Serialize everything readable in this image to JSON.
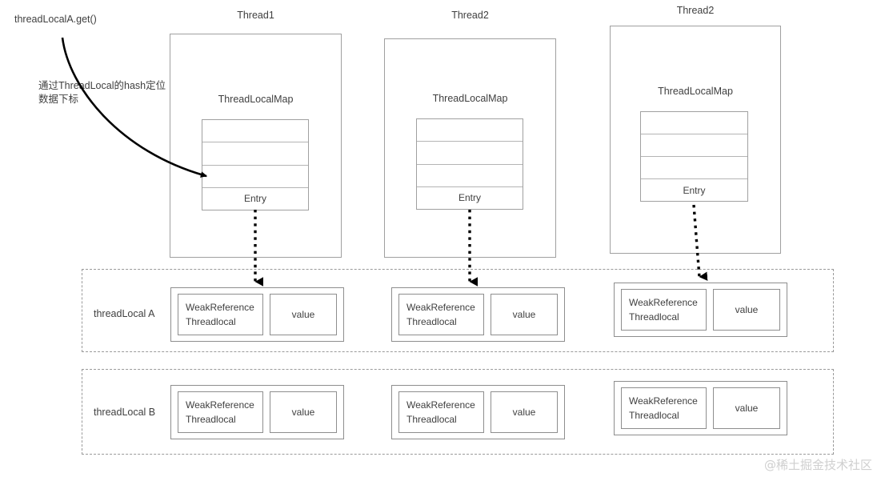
{
  "annotations": {
    "call_label": "threadLocalA.get()",
    "hash_note": "通过ThreadLocal的hash定位数据下标"
  },
  "threads": [
    {
      "title": "Thread1",
      "map_label": "ThreadLocalMap",
      "rows": [
        "",
        "",
        "",
        "Entry"
      ]
    },
    {
      "title": "Thread2",
      "map_label": "ThreadLocalMap",
      "rows": [
        "",
        "",
        "",
        "Entry"
      ]
    },
    {
      "title": "Thread2",
      "map_label": "ThreadLocalMap",
      "rows": [
        "",
        "",
        "",
        "Entry"
      ]
    }
  ],
  "groups": [
    {
      "label": "threadLocal A",
      "entries": [
        {
          "ref_line1": "WeakReference",
          "ref_line2": "Threadlocal",
          "value": "value"
        },
        {
          "ref_line1": "WeakReference",
          "ref_line2": "Threadlocal",
          "value": "value"
        },
        {
          "ref_line1": "WeakReference",
          "ref_line2": "Threadlocal",
          "value": "value"
        }
      ]
    },
    {
      "label": "threadLocal B",
      "entries": [
        {
          "ref_line1": "WeakReference",
          "ref_line2": "Threadlocal",
          "value": "value"
        },
        {
          "ref_line1": "WeakReference",
          "ref_line2": "Threadlocal",
          "value": "value"
        },
        {
          "ref_line1": "WeakReference",
          "ref_line2": "Threadlocal",
          "value": "value"
        }
      ]
    }
  ],
  "watermark": "@稀土掘金技术社区",
  "colors": {
    "box_border": "#a0a0a0",
    "dashed_border": "#9a9a9a",
    "arrow": "#000000",
    "text": "#3f3f3f",
    "watermark": "#cfcfcf"
  }
}
